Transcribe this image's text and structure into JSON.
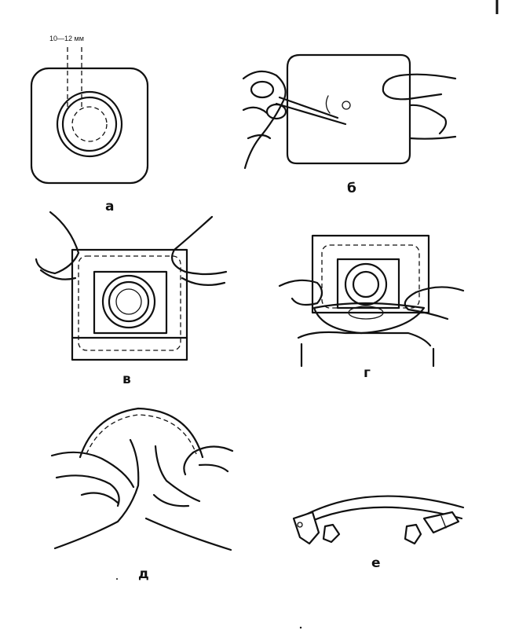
{
  "panels": {
    "a": {
      "label": "а",
      "measure": "10—12 мм"
    },
    "b": {
      "label": "б"
    },
    "v": {
      "label": "в"
    },
    "g": {
      "label": "г"
    },
    "d": {
      "label": "д"
    },
    "e": {
      "label": "е"
    }
  },
  "colors": {
    "ink": "#111111",
    "paper": "#ffffff"
  }
}
